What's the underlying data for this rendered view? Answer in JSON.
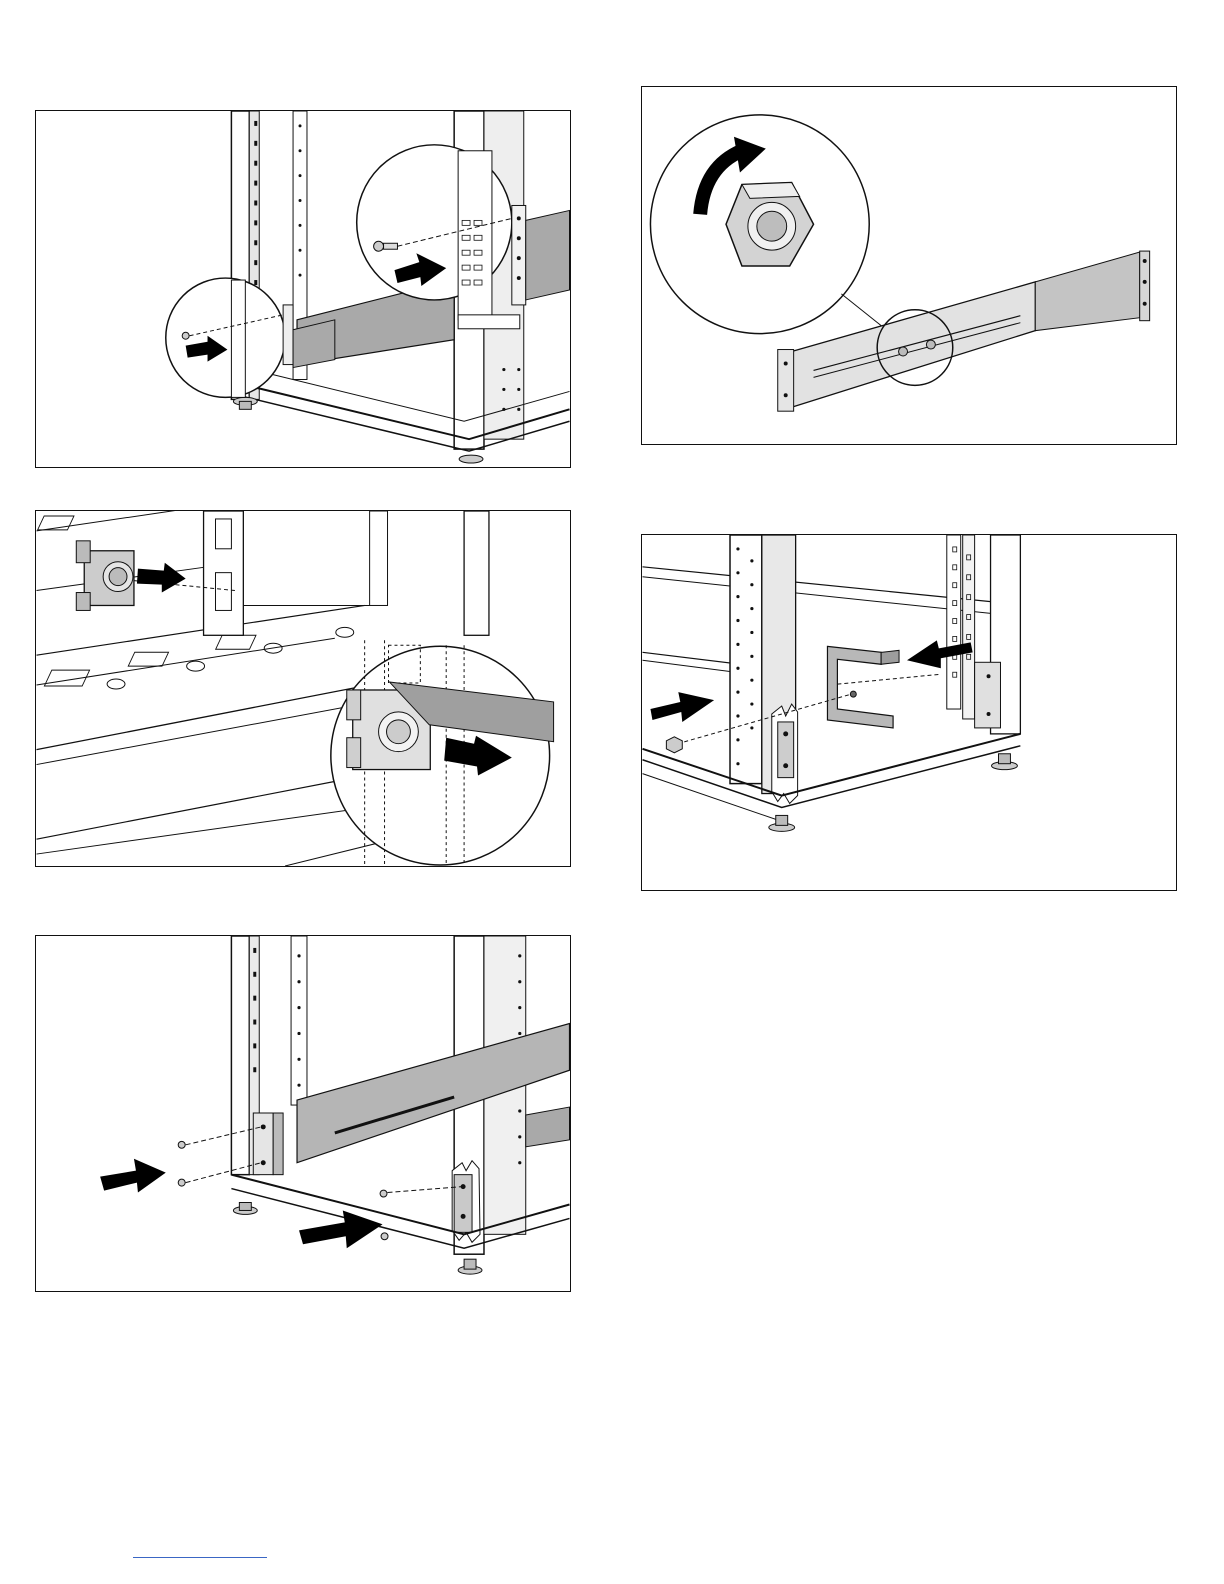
{
  "figures": [
    {
      "id": "fig-1",
      "subject": "rack-rail-screw-install"
    },
    {
      "id": "fig-2",
      "subject": "cage-nut-removal"
    },
    {
      "id": "fig-3",
      "subject": "rail-mount-to-rack"
    },
    {
      "id": "fig-4",
      "subject": "rail-nut-tighten"
    },
    {
      "id": "fig-5",
      "subject": "bracket-install"
    }
  ],
  "colors": {
    "line": "#111111",
    "metal": "#d9d9d9",
    "metal_dark": "#a9a9a9",
    "arrow": "#000000",
    "background": "#ffffff",
    "footer_rule": "#3a66c4"
  }
}
